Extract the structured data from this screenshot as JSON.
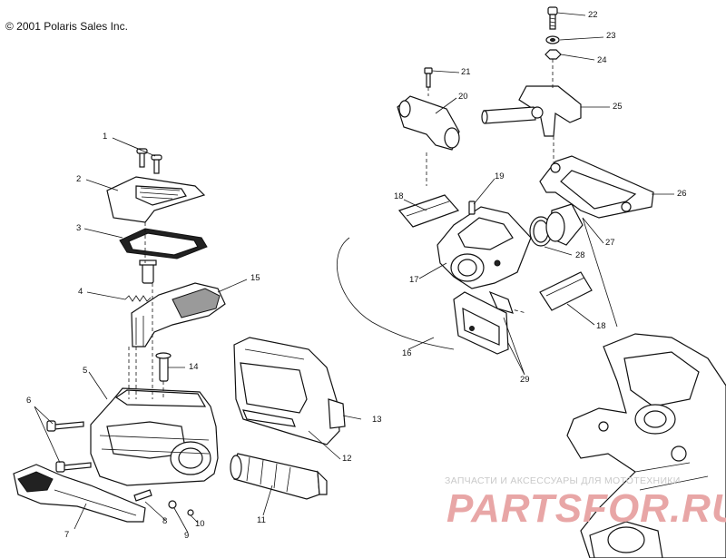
{
  "diagram": {
    "copyright": "© 2001 Polaris Sales Inc.",
    "callouts": {
      "c1": "1",
      "c2": "2",
      "c3": "3",
      "c4": "4",
      "c5": "5",
      "c6": "6",
      "c7": "7",
      "c8": "8",
      "c9": "9",
      "c10": "10",
      "c11": "11",
      "c12": "12",
      "c13": "13",
      "c14": "14",
      "c15": "15",
      "c16": "16",
      "c17": "17",
      "c18a": "18",
      "c18b": "18",
      "c19": "19",
      "c20": "20",
      "c21": "21",
      "c22": "22",
      "c23": "23",
      "c24": "24",
      "c25": "25",
      "c26": "26",
      "c27": "27",
      "c28": "28",
      "c29": "29"
    }
  },
  "watermark": {
    "subtitle": "ЗАПЧАСТИ И АКСЕССУАРЫ ДЛЯ МОТОТЕХНИКИ",
    "logo": "PARTSFOR.RU",
    "color": "#e8a6a6"
  }
}
